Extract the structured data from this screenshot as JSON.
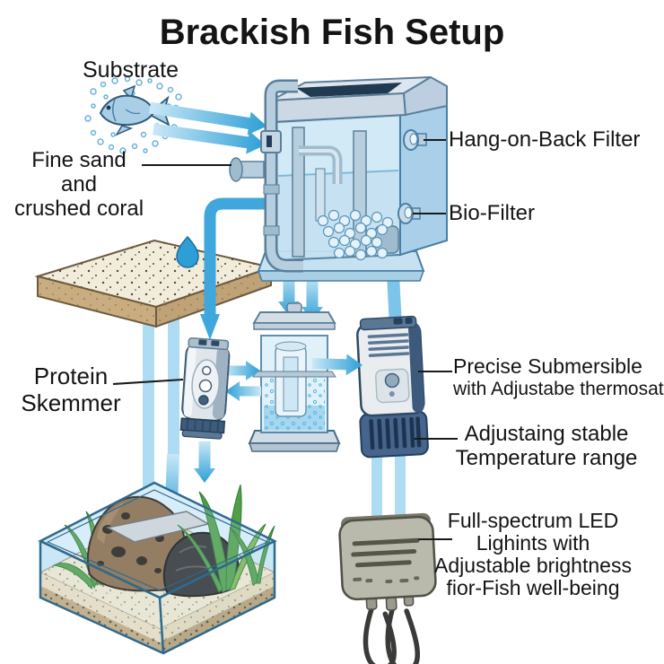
{
  "title": "Brackish Fish Setup",
  "labels": {
    "substrate": "Substrate",
    "fine_sand_1": "Fine sand and",
    "fine_sand_2": "crushed coral",
    "hob_filter": "Hang-on-Back Filter",
    "bio_filter": "Bio-Filter",
    "protein_1": "Protein",
    "protein_2": "Skemmer",
    "heater_1": "Precise Submersible",
    "heater_2": "with Adjustabe thermosat",
    "temp_1": "Adjustaing stable",
    "temp_2": "Temperature range",
    "led_1": "Full-spectrum LED",
    "led_2": "Lighints with",
    "led_3": "Adjustable brightness",
    "led_4": "fior-Fish well-being"
  },
  "components": [
    "fish-with-bubbles",
    "hang-on-back-filter-unit",
    "substrate-slab",
    "water-droplet",
    "protein-skimmer-unit",
    "filter-media-container",
    "submersible-heater-unit",
    "led-light-unit",
    "aquarium-tank"
  ],
  "colors": {
    "arrow_light": "#c9e8f6",
    "arrow_blue": "#2d9fd6",
    "pipe_blue": "#3fa7dc",
    "band_pale": "#aedcf2",
    "glass_blue": "#c3e1f2",
    "outline_blue": "#4a7fa5",
    "navy": "#2e4a66",
    "sand_top": "#f2ecda",
    "sand_side": "#c9ad80",
    "tank_water": "#cdeaf7",
    "plant_green": "#4f9f47",
    "rock_brown": "#8a6844",
    "rock_black": "#2e2e2e",
    "led_gray": "#b9b9ac",
    "text": "#141414"
  }
}
